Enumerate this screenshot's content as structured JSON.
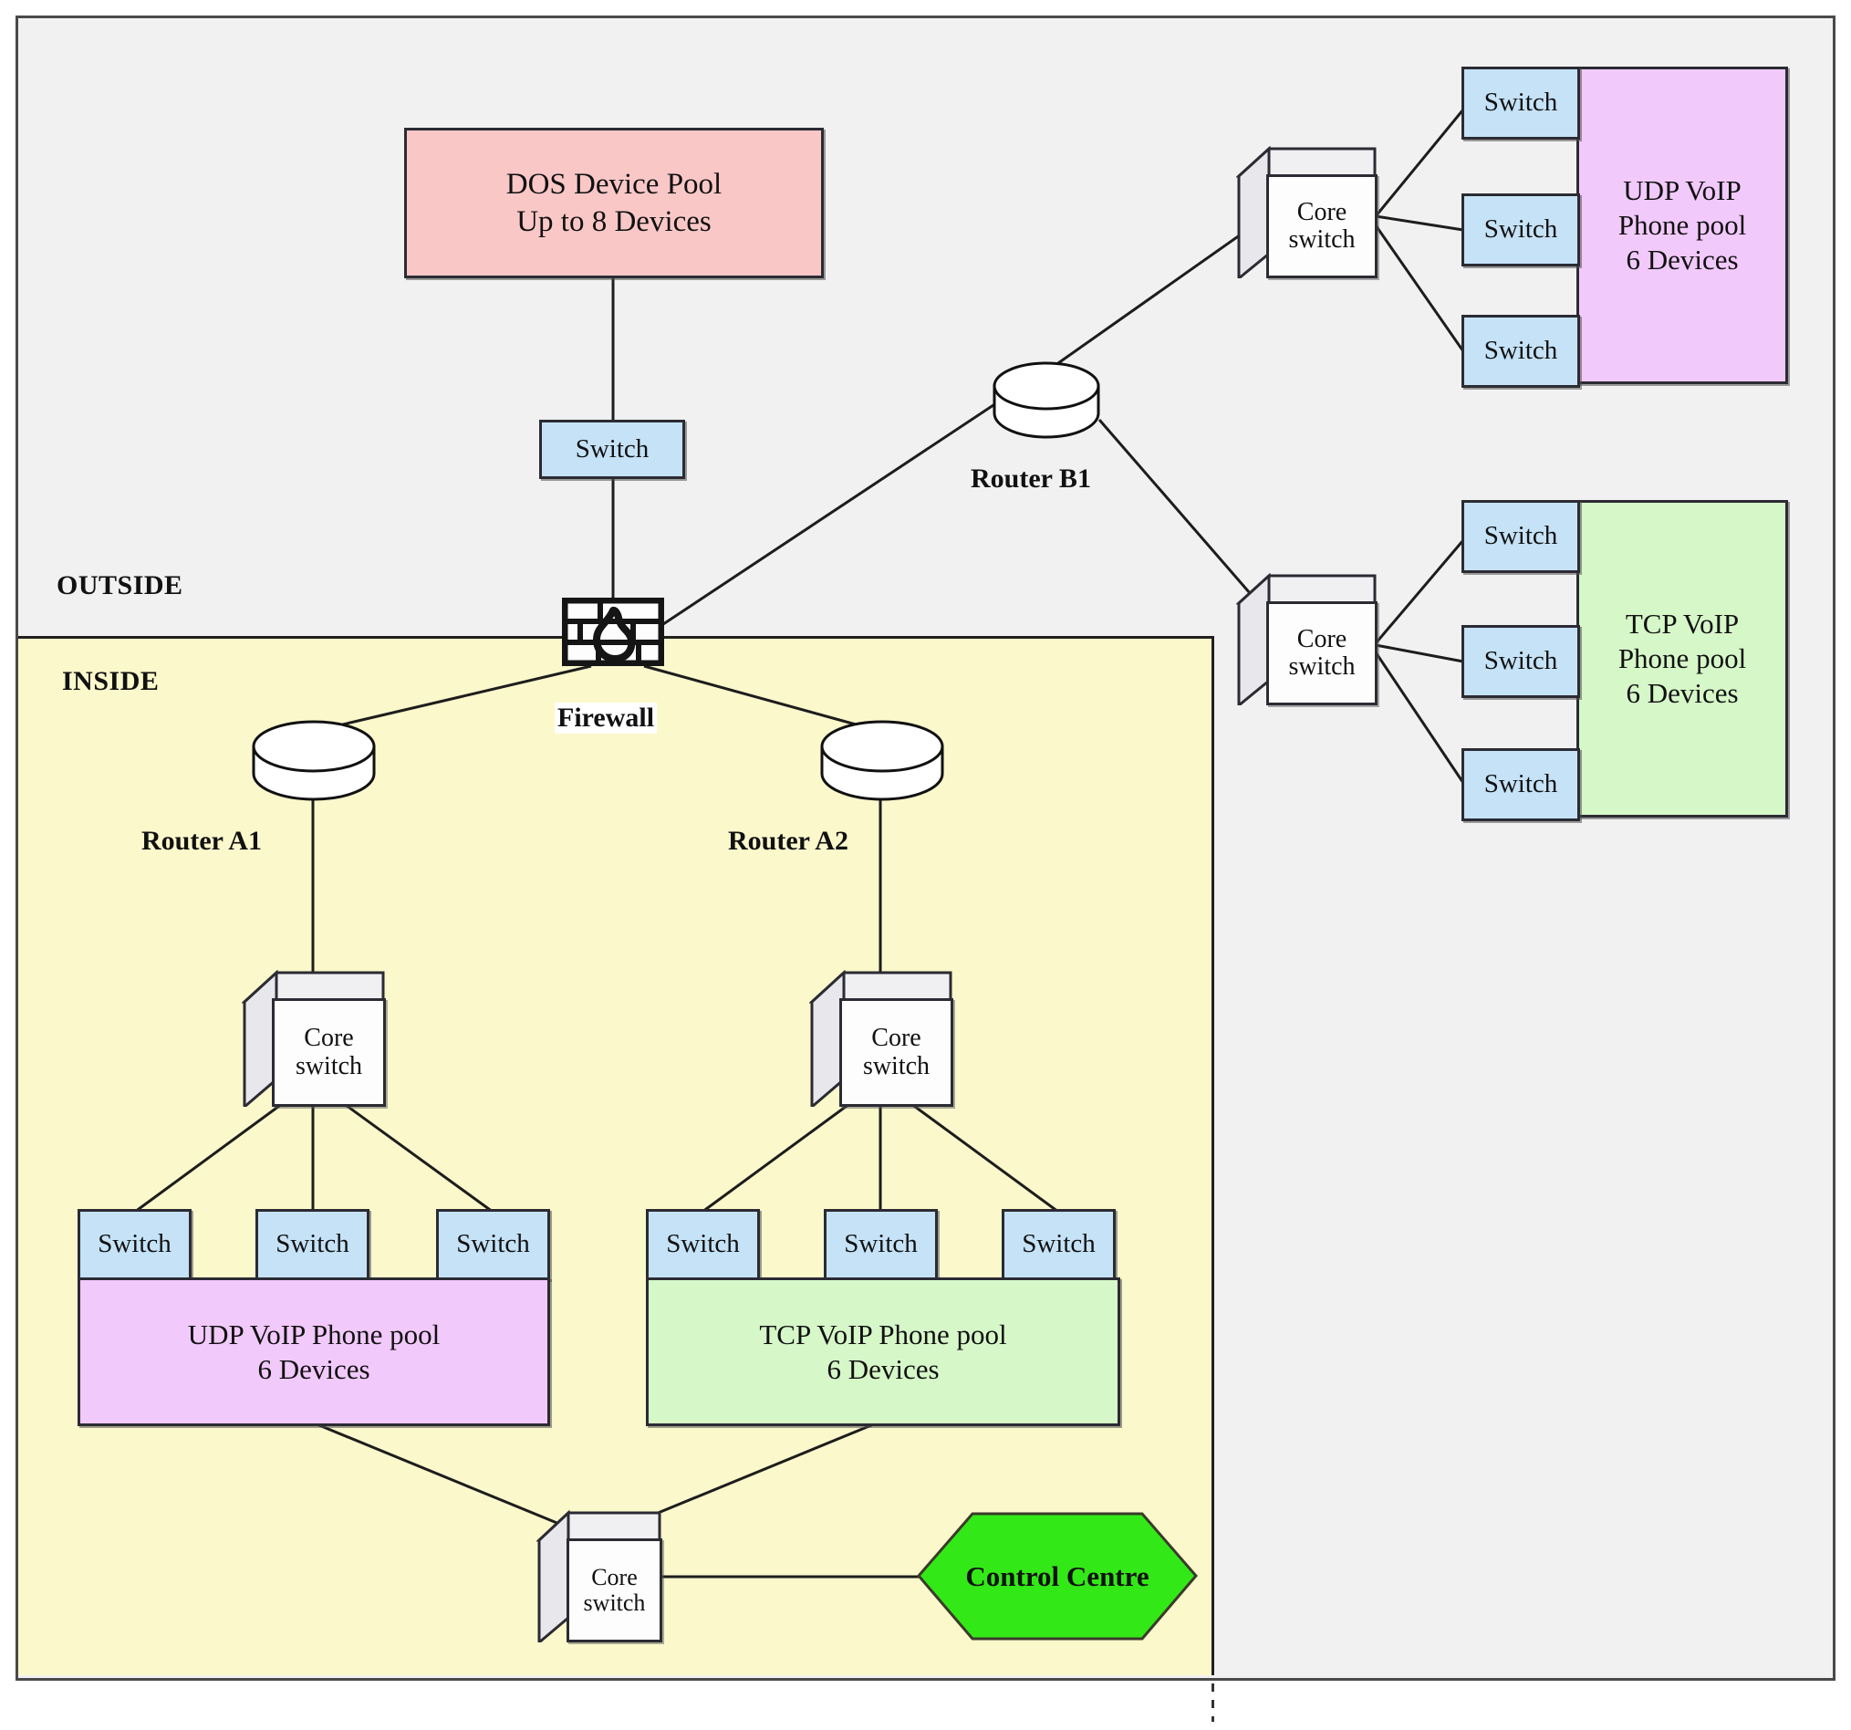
{
  "diagram": {
    "zones": {
      "outside_label": "OUTSIDE",
      "inside_label": "INSIDE"
    },
    "colors": {
      "outside_bg": "#f1f1f1",
      "inside_bg": "#fbf8cc",
      "switch_fill": "#c5e2f7",
      "dos_pool_fill": "#fac7c7",
      "udp_pool_fill": "#f2c9fb",
      "tcp_pool_fill": "#d6f7c8",
      "control_centre_fill": "#33e817",
      "stroke": "#2b2b33"
    },
    "nodes": {
      "dos_pool": {
        "line1": "DOS Device Pool",
        "line2": "Up to 8 Devices"
      },
      "dos_switch": {
        "label": "Switch"
      },
      "firewall": {
        "label": "Firewall",
        "icon": "firewall-brick-flame-icon"
      },
      "router_b1": {
        "label": "Router B1",
        "icon": "router-cylinder-icon"
      },
      "router_a1": {
        "label": "Router A1",
        "icon": "router-cylinder-icon"
      },
      "router_a2": {
        "label": "Router A2",
        "icon": "router-cylinder-icon"
      },
      "core_switch": {
        "line1": "Core",
        "line2": "switch",
        "icon": "core-switch-cube-icon"
      },
      "control_centre": {
        "label": "Control Centre"
      },
      "outside_udp_pool": {
        "line1": "UDP VoIP",
        "line2": "Phone pool",
        "line3": "6 Devices"
      },
      "outside_tcp_pool": {
        "line1": "TCP VoIP",
        "line2": "Phone pool",
        "line3": "6 Devices"
      },
      "inside_udp_pool": {
        "line1": "UDP VoIP Phone pool",
        "line2": "6 Devices"
      },
      "inside_tcp_pool": {
        "line1": "TCP VoIP Phone pool",
        "line2": "6 Devices"
      },
      "switch_generic": {
        "label": "Switch"
      }
    },
    "switch_labels": {
      "b1_udp_1": "Switch",
      "b1_udp_2": "Switch",
      "b1_udp_3": "Switch",
      "b1_tcp_1": "Switch",
      "b1_tcp_2": "Switch",
      "b1_tcp_3": "Switch",
      "a1_1": "Switch",
      "a1_2": "Switch",
      "a1_3": "Switch",
      "a2_1": "Switch",
      "a2_2": "Switch",
      "a2_3": "Switch"
    }
  }
}
